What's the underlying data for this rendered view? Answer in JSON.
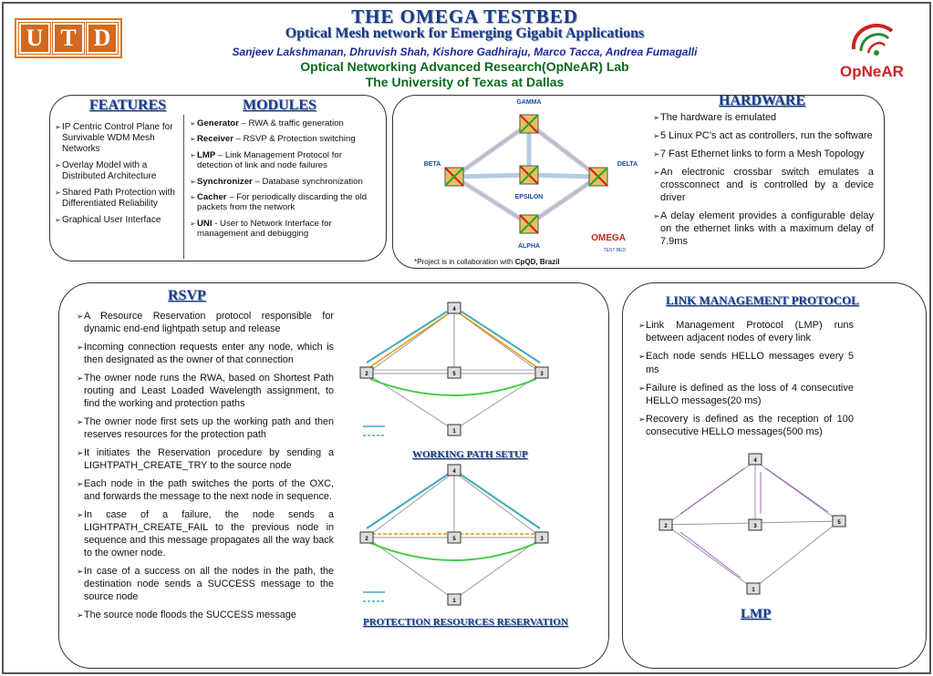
{
  "header": {
    "utd_logo": [
      "U",
      "T",
      "D"
    ],
    "title": "THE OMEGA TESTBED",
    "subtitle": "Optical Mesh network for Emerging Gigabit Applications",
    "authors": "Sanjeev Lakshmanan, Dhruvish Shah, Kishore Gadhiraju, Marco Tacca, Andrea Fumagalli",
    "lab": "Optical Networking Advanced Research(OpNeAR) Lab",
    "university": "The University of Texas at Dallas",
    "opnear_logo": "OpNeAR"
  },
  "features": {
    "heading": "FEATURES",
    "items": [
      "IP Centric Control Plane for Survivable WDM Mesh Networks",
      "Overlay Model with a Distributed Architecture",
      "Shared Path Protection with Differentiated Reliability",
      "Graphical User Interface"
    ]
  },
  "modules": {
    "heading": "MODULES",
    "items": [
      {
        "name": "Generator",
        "desc": " – RWA &  traffic generation"
      },
      {
        "name": "Receiver",
        "desc": " – RSVP & Protection switching"
      },
      {
        "name": "LMP",
        "desc": " – Link Management Protocol for detection of link and node failures"
      },
      {
        "name": "Synchronizer",
        "desc": " – Database synchronization"
      },
      {
        "name": "Cacher",
        "desc": " – For periodically discarding the old packets from the network"
      },
      {
        "name": "UNI",
        "desc": " - User to Network Interface for management  and debugging"
      }
    ]
  },
  "topology": {
    "nodes": [
      "GAMMA",
      "BETA",
      "DELTA",
      "EPSILON",
      "ALPHA"
    ],
    "brand": "OMEGA",
    "brand_sub": "TEST BED",
    "note_prefix": "*Project is in collaboration with ",
    "note_partner": "CpQD, Brazil"
  },
  "hardware": {
    "heading": "HARDWARE",
    "items": [
      "The hardware is emulated",
      "5 Linux PC’s act as controllers, run the software",
      "7 Fast Ethernet links to form a Mesh Topology",
      "An electronic crossbar switch emulates a crossconnect and is  controlled by a device driver",
      "A delay element provides a configurable delay on the ethernet links with a maximum delay of 7.9ms"
    ]
  },
  "rsvp": {
    "heading": "RSVP",
    "items": [
      "A Resource Reservation protocol responsible for dynamic end-end lightpath setup and release",
      "Incoming connection requests enter any node, which is then designated as the owner of that connection",
      "The owner node runs the RWA, based on Shortest Path routing and Least Loaded Wavelength assignment, to find the working and protection paths",
      "The owner node first sets up the working path and then reserves resources for the protection path",
      "It initiates the Reservation procedure by sending a LIGHTPATH_CREATE_TRY to the source node",
      "Each node in the path switches the ports of the OXC, and forwards the message to the next node in sequence.",
      "In case of a failure, the node sends a LIGHTPATH_CREATE_FAIL to the previous node in sequence and this message propagates all the way back to the owner node.",
      "In case of a success on all the nodes in the path, the destination node sends a SUCCESS message to the source node",
      "The source node floods the SUCCESS message"
    ],
    "diagram1_caption": "WORKING PATH SETUP",
    "diagram2_caption": "PROTECTION RESOURCES RESERVATION",
    "node_labels": [
      "4",
      "2",
      "5",
      "3",
      "1"
    ]
  },
  "lmp": {
    "heading": "LINK MANAGEMENT PROTOCOL",
    "items": [
      "Link Management Protocol (LMP) runs between adjacent nodes of every link",
      "Each node sends HELLO messages every 5 ms",
      "Failure is defined as the loss of 4 consecutive HELLO messages(20 ms)",
      "Recovery is defined as the reception of 100 consecutive HELLO messages(500 ms)"
    ],
    "caption": "LMP",
    "node_labels": [
      "4",
      "2",
      "3",
      "5",
      "1"
    ]
  }
}
